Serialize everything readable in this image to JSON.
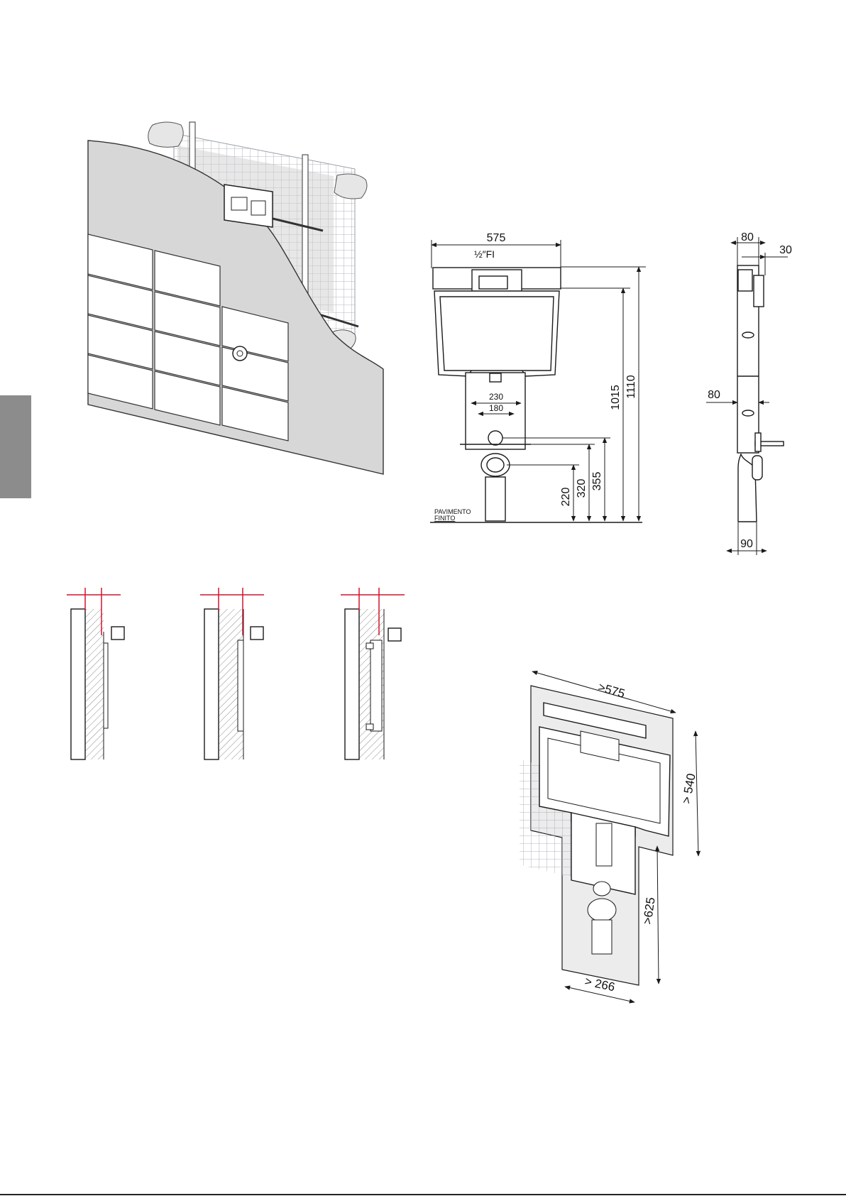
{
  "front_view": {
    "width": "575",
    "supply": "½″FI",
    "outer_width": "230",
    "inner_width": "180",
    "h_220": "220",
    "h_320": "320",
    "h_355": "355",
    "h_1015": "1015",
    "h_1110": "1110",
    "floor_label_1": "PAVIMENTO",
    "floor_label_2": "FINITO"
  },
  "side_view": {
    "depth_top": "80",
    "offset_top": "30",
    "depth_mid": "80",
    "pipe_depth": "90"
  },
  "niche_view": {
    "width": ">575",
    "height": "> 540",
    "lower_height": ">625",
    "lower_width": "> 266"
  },
  "colors": {
    "line": "#1a1a1a",
    "wall": "#d9d9d9",
    "grid": "#9aa0a8",
    "accent_red": "#d0142c",
    "tab": "#8c8c8c"
  }
}
